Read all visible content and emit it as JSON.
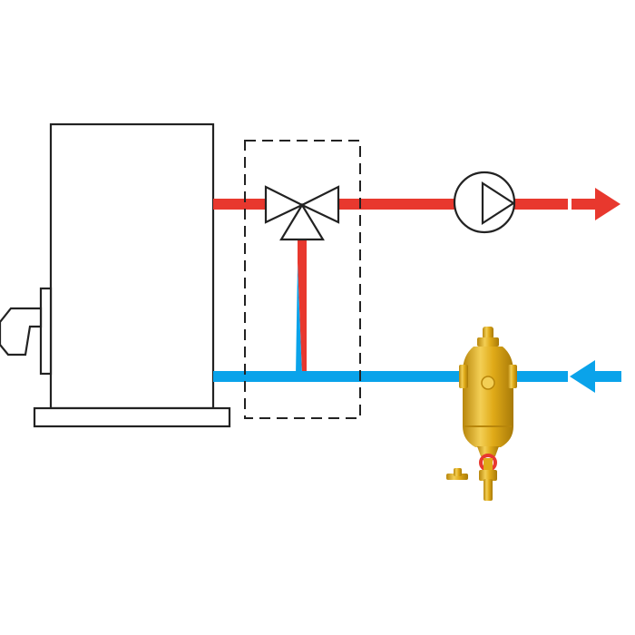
{
  "colors": {
    "background": "#ffffff",
    "outline": "#222222",
    "supply": "#e8382e",
    "return": "#0aa3ea",
    "brass": "#e0aa18",
    "brass_dark": "#b8860b",
    "brass_light": "#f3cf55",
    "drain_valve": "#e8382e"
  },
  "components": {
    "boiler": {
      "icon": "boiler-icon"
    },
    "burner": {
      "icon": "burner-icon"
    },
    "mixing_valve": {
      "icon": "three-way-valve-icon",
      "ports": 3
    },
    "pump": {
      "icon": "circulation-pump-icon"
    },
    "dirt_separator": {
      "icon": "magnetic-dirt-separator-icon"
    },
    "flow_direction": {
      "supply": "out-to-right",
      "return": "in-from-right"
    }
  }
}
